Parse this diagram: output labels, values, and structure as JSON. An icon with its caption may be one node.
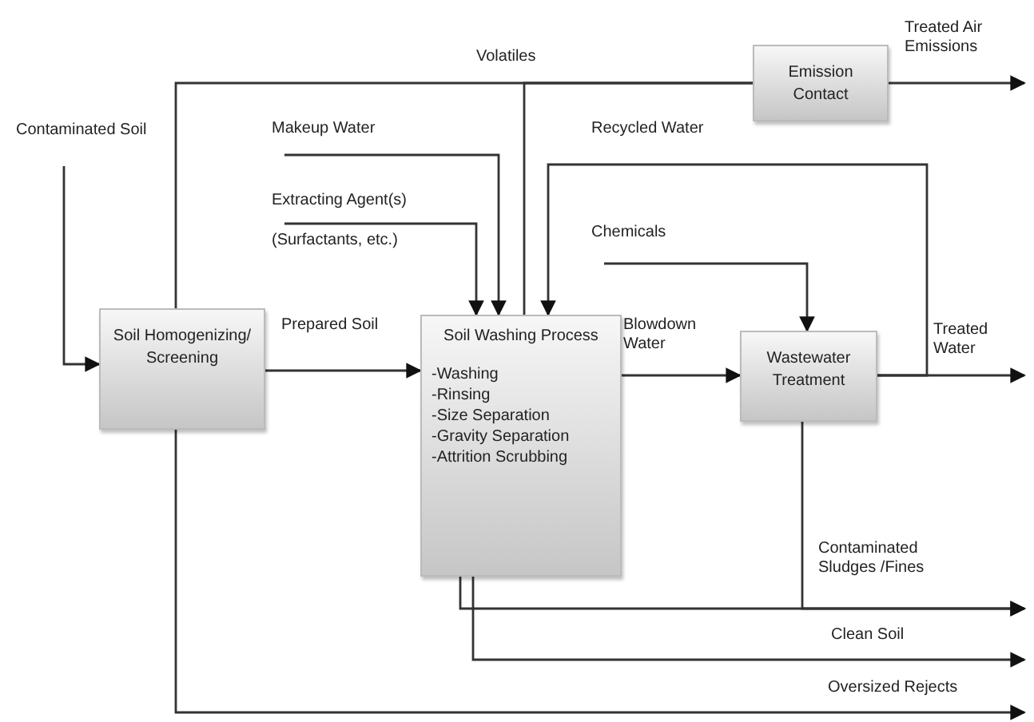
{
  "diagram": {
    "nodes": [
      {
        "text": [
          "Contaminated Soil"
        ]
      },
      {
        "text": [
          "Soil Homogenizing/ Screening"
        ]
      },
      {
        "text": [
          "Soil Washing Process",
          "-Washing",
          "-Rinsing",
          "-Size Separation",
          "-Gravity Separation",
          "-Attrition Scrubbing"
        ]
      },
      {
        "text": [
          "Wastewater Treatment"
        ]
      },
      {
        "text": [
          "Emission Contact"
        ]
      },
      {
        "text": [
          "Makeup Water"
        ]
      },
      {
        "text": [
          "Extracting Agent(s)",
          "(Surfactants, etc.)"
        ]
      },
      {
        "text": [
          "Chemicals"
        ]
      }
    ],
    "edges": [
      {
        "from": 0,
        "to": 1,
        "arrow": "to"
      },
      {
        "from": 1,
        "to": 2,
        "arrow": "to",
        "label": "Prepared Soil"
      },
      {
        "from": 1,
        "to": 4,
        "arrow": "none"
      },
      {
        "from": 2,
        "to": 4,
        "arrow": "none",
        "label": "Volatiles"
      },
      {
        "from": 4,
        "to": null,
        "arrow": "to",
        "label": "Treated Air Emissions"
      },
      {
        "from": 5,
        "to": 2,
        "arrow": "to"
      },
      {
        "from": 6,
        "to": 2,
        "arrow": "to"
      },
      {
        "from": 2,
        "to": 3,
        "arrow": "to",
        "label": "Blowdown Water"
      },
      {
        "from": 7,
        "to": 3,
        "arrow": "to"
      },
      {
        "from": 3,
        "to": null,
        "arrow": "to",
        "label": "Treated Water"
      },
      {
        "from": 3,
        "to": 2,
        "arrow": "to",
        "label": "Recycled Water"
      },
      {
        "from": 3,
        "to": null,
        "arrow": "to",
        "label": "Contaminated Sludges /Fines"
      },
      {
        "from": 2,
        "to": null,
        "arrow": "to"
      },
      {
        "from": 2,
        "to": null,
        "arrow": "to",
        "label": "Clean Soil"
      },
      {
        "from": 1,
        "to": null,
        "arrow": "to",
        "label": "Oversized Rejects"
      }
    ]
  }
}
